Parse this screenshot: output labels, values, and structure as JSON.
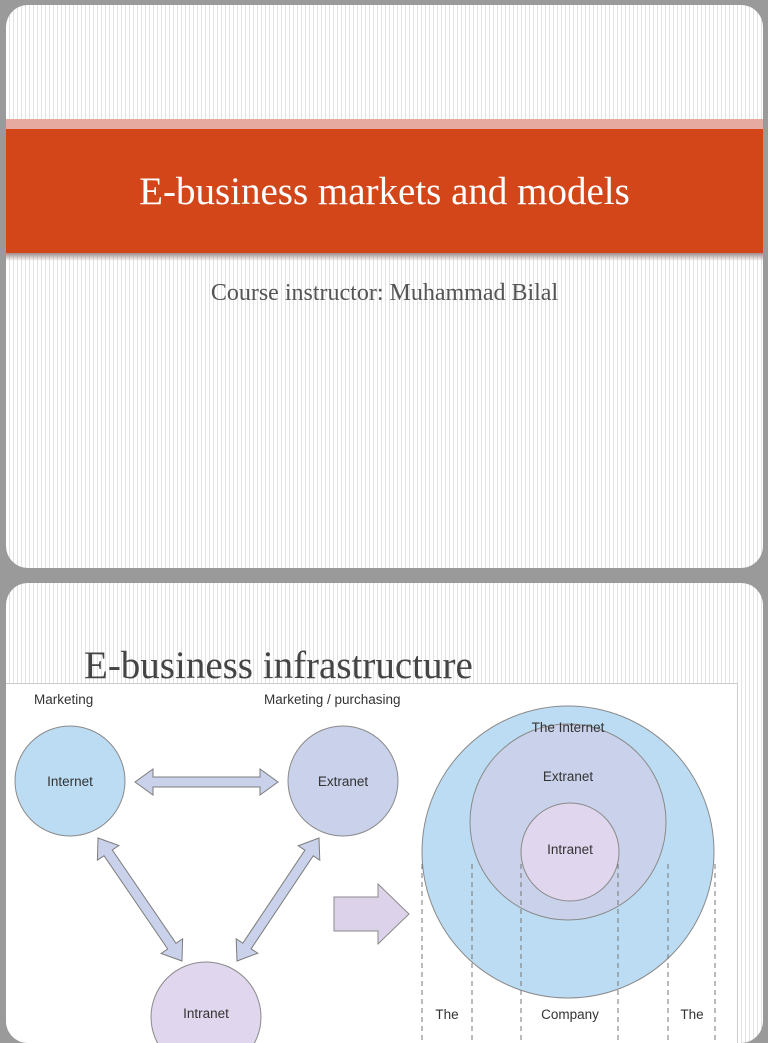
{
  "slide1": {
    "title": "E-business markets and models",
    "subtitle": "Course instructor: Muhammad Bilal"
  },
  "slide2": {
    "title": "E-business infrastructure",
    "figure": {
      "label_marketing": "Marketing",
      "label_marketing_purchasing": "Marketing / purchasing",
      "node_internet": "Internet",
      "node_extranet": "Extranet",
      "node_intranet": "Intranet",
      "ring_internet": "The Internet",
      "ring_extranet": "Extranet",
      "ring_intranet": "Intranet",
      "bottom_left": "The",
      "bottom_center": "Company",
      "bottom_right": "The"
    },
    "colors": {
      "internet": "#bcdcf3",
      "extranet": "#c9d2ea",
      "intranet": "#e0d6ee",
      "arrow": "#c9d2ea",
      "big_arrow": "#dcd3ea"
    }
  }
}
